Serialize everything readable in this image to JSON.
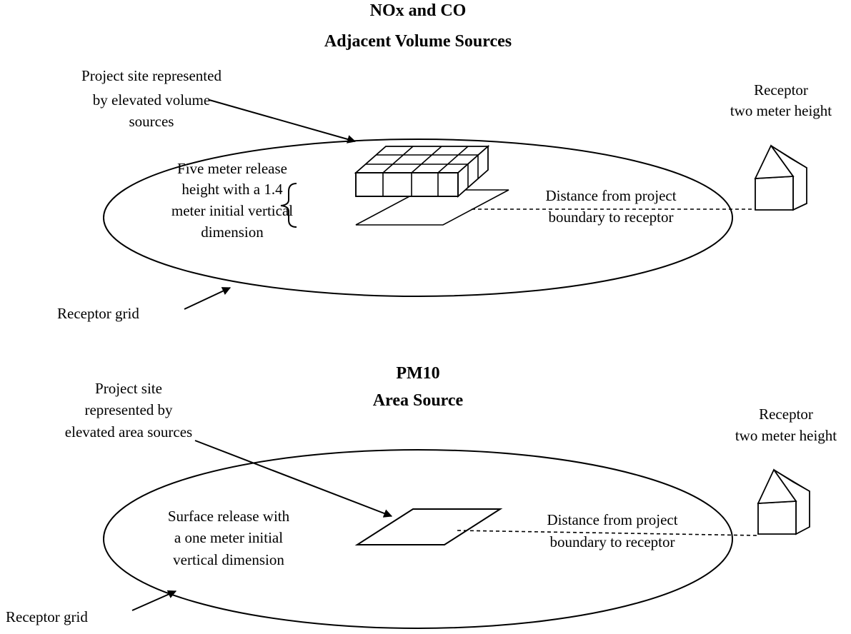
{
  "top": {
    "title_line1": "NOx and CO",
    "title_line2": "Adjacent Volume Sources",
    "site_label": [
      "Project site represented",
      "by elevated volume",
      "sources"
    ],
    "release_label": [
      "Five meter release",
      "height with a 1.4",
      "meter initial vertical",
      "dimension"
    ],
    "distance_label": [
      "Distance from project",
      "boundary to receptor"
    ],
    "receptor_label": [
      "Receptor",
      "two meter height"
    ],
    "grid_label": "Receptor grid"
  },
  "bottom": {
    "title_line1": "PM10",
    "title_line2": "Area Source",
    "site_label": [
      "Project site",
      "represented by",
      "elevated area sources"
    ],
    "release_label": [
      "Surface release with",
      "a one meter initial",
      "vertical dimension"
    ],
    "distance_label": [
      "Distance from project",
      "boundary to receptor"
    ],
    "receptor_label": [
      "Receptor",
      "two meter height"
    ],
    "grid_label": "Receptor grid"
  },
  "icons": [
    "house-icon",
    "volume-source-grid-icon",
    "area-source-parallelogram-icon",
    "curly-brace-icon",
    "arrow-icon"
  ]
}
